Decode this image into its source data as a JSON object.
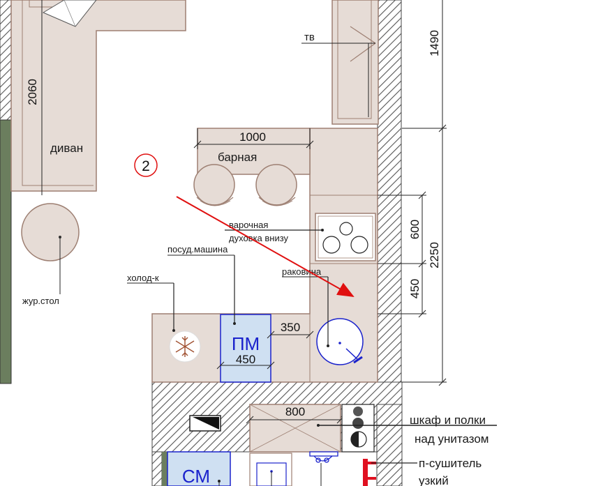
{
  "labels": {
    "tv": "тв",
    "sofa": "диван",
    "bar": "барная",
    "hob_line1": "варочная",
    "hob_line2": "духовка внизу",
    "dishwasher": "посуд.машина",
    "fridge": "холод-к",
    "sink": "раковина",
    "coffee_table": "жур.стол",
    "dishwasher_mark": "ПМ",
    "washer_mark": "СМ",
    "cabinet_line1": "шкаф  и полки",
    "cabinet_line2": "над унитазом",
    "towel_line1": "п-сушитель",
    "towel_line2": "узкий",
    "view_marker": "2"
  },
  "dimensions": {
    "sofa_length": "2060",
    "tv_wall": "1490",
    "bar_width": "1000",
    "kitchen_wall": "2250",
    "hob_segment": "600",
    "sink_segment": "450",
    "dishwasher_width": "450",
    "sink_offset": "350",
    "bath_cabinet": "800"
  },
  "colors": {
    "furniture_fill": "#e6dcd6",
    "furniture_stroke": "#9d7f72",
    "wall_hatch": "#555555",
    "green_wall": "#6b7e5e",
    "appliance_blue": "#1a22cc",
    "appliance_blue_fill": "#cfe0f2",
    "view_arrow": "#e01010",
    "towel_red": "#e01020"
  },
  "icons": [
    "snowflake-icon",
    "sink-faucet-icon",
    "burner-icon",
    "view-arrow-icon",
    "toilet-icon"
  ]
}
